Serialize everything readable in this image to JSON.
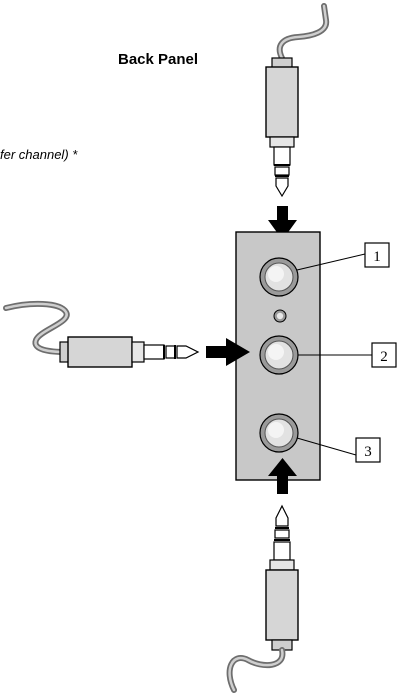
{
  "diagram": {
    "title": "Back  Panel",
    "caption": "fer channel) *",
    "callouts": [
      "1",
      "2",
      "3"
    ]
  },
  "colors": {
    "panel_fill": "#c8c8c8",
    "plug_fill": "#d6d6d6",
    "jack_fill": "#d9d9d9",
    "arrow": "#000000",
    "cable": "#7a7a7a"
  },
  "icons": {
    "plug": "audio-plug-icon",
    "jack": "audio-jack-icon",
    "arrow": "insert-arrow-icon"
  }
}
